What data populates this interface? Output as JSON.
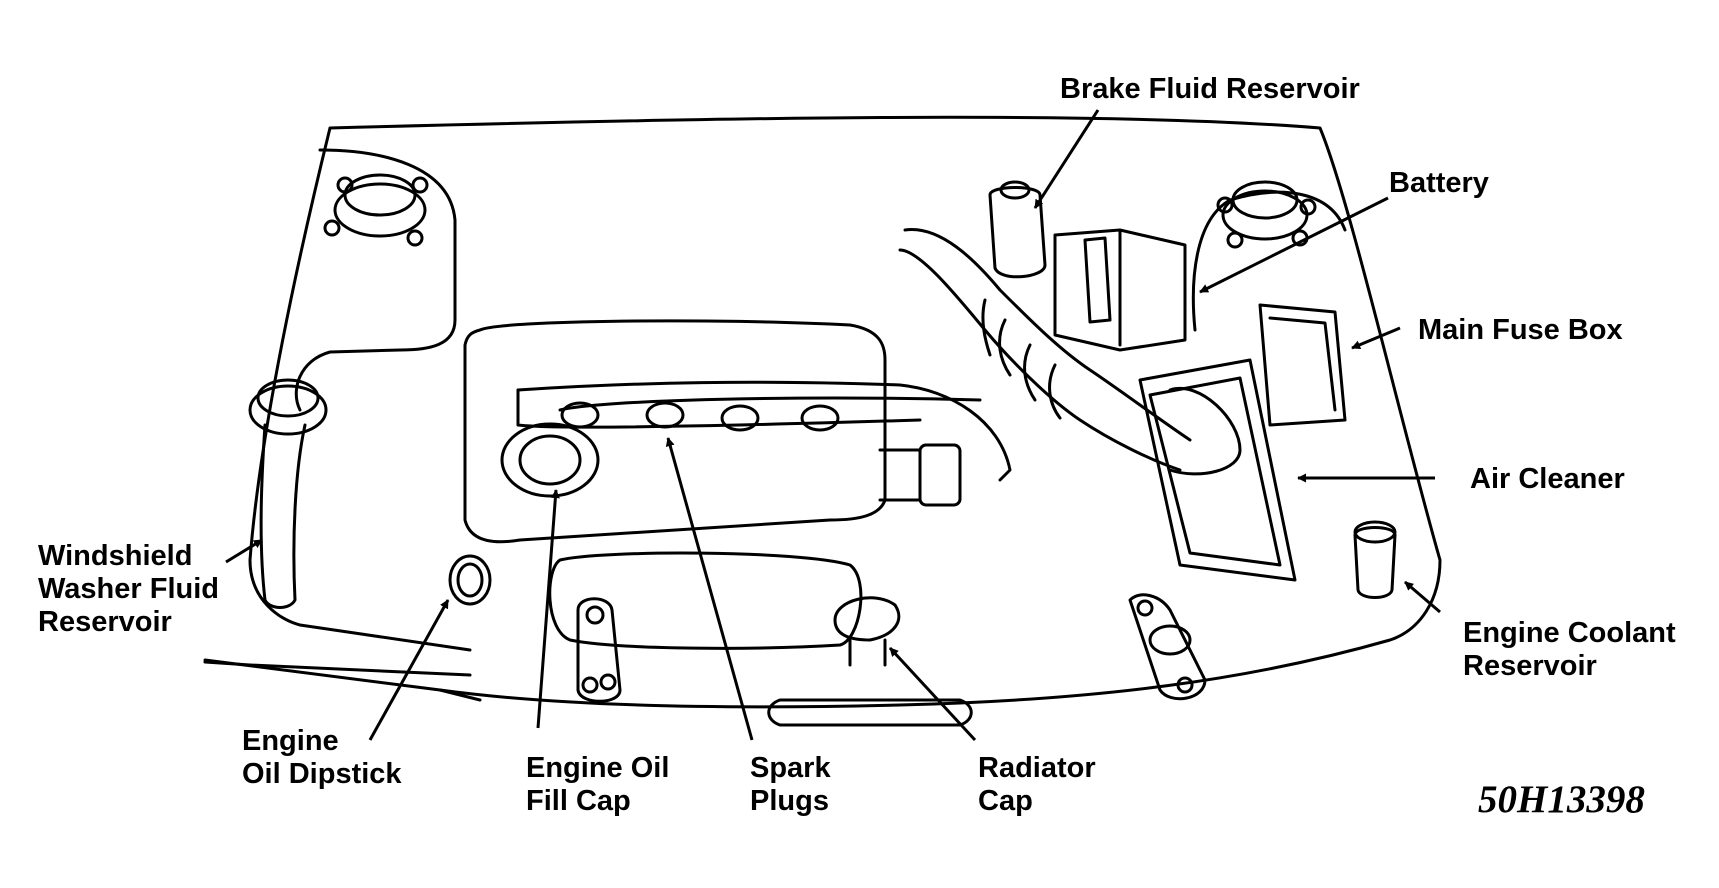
{
  "labels": {
    "brake_fluid_reservoir": [
      "Brake Fluid Reservoir"
    ],
    "battery": [
      "Battery"
    ],
    "main_fuse_box": [
      "Main Fuse Box"
    ],
    "air_cleaner": [
      "Air Cleaner"
    ],
    "engine_coolant_reservoir": [
      "Engine Coolant",
      "Reservoir"
    ],
    "windshield_washer_fluid_reservoir": [
      "Windshield",
      "Washer Fluid",
      "Reservoir"
    ],
    "engine_oil_dipstick": [
      "Engine",
      "Oil Dipstick"
    ],
    "engine_oil_fill_cap": [
      "Engine Oil",
      "Fill Cap"
    ],
    "spark_plugs": [
      "Spark",
      "Plugs"
    ],
    "radiator_cap": [
      "Radiator",
      "Cap"
    ]
  },
  "figure_code": "50H13398",
  "colors": {
    "ink": "#000000",
    "paper": "#ffffff"
  }
}
